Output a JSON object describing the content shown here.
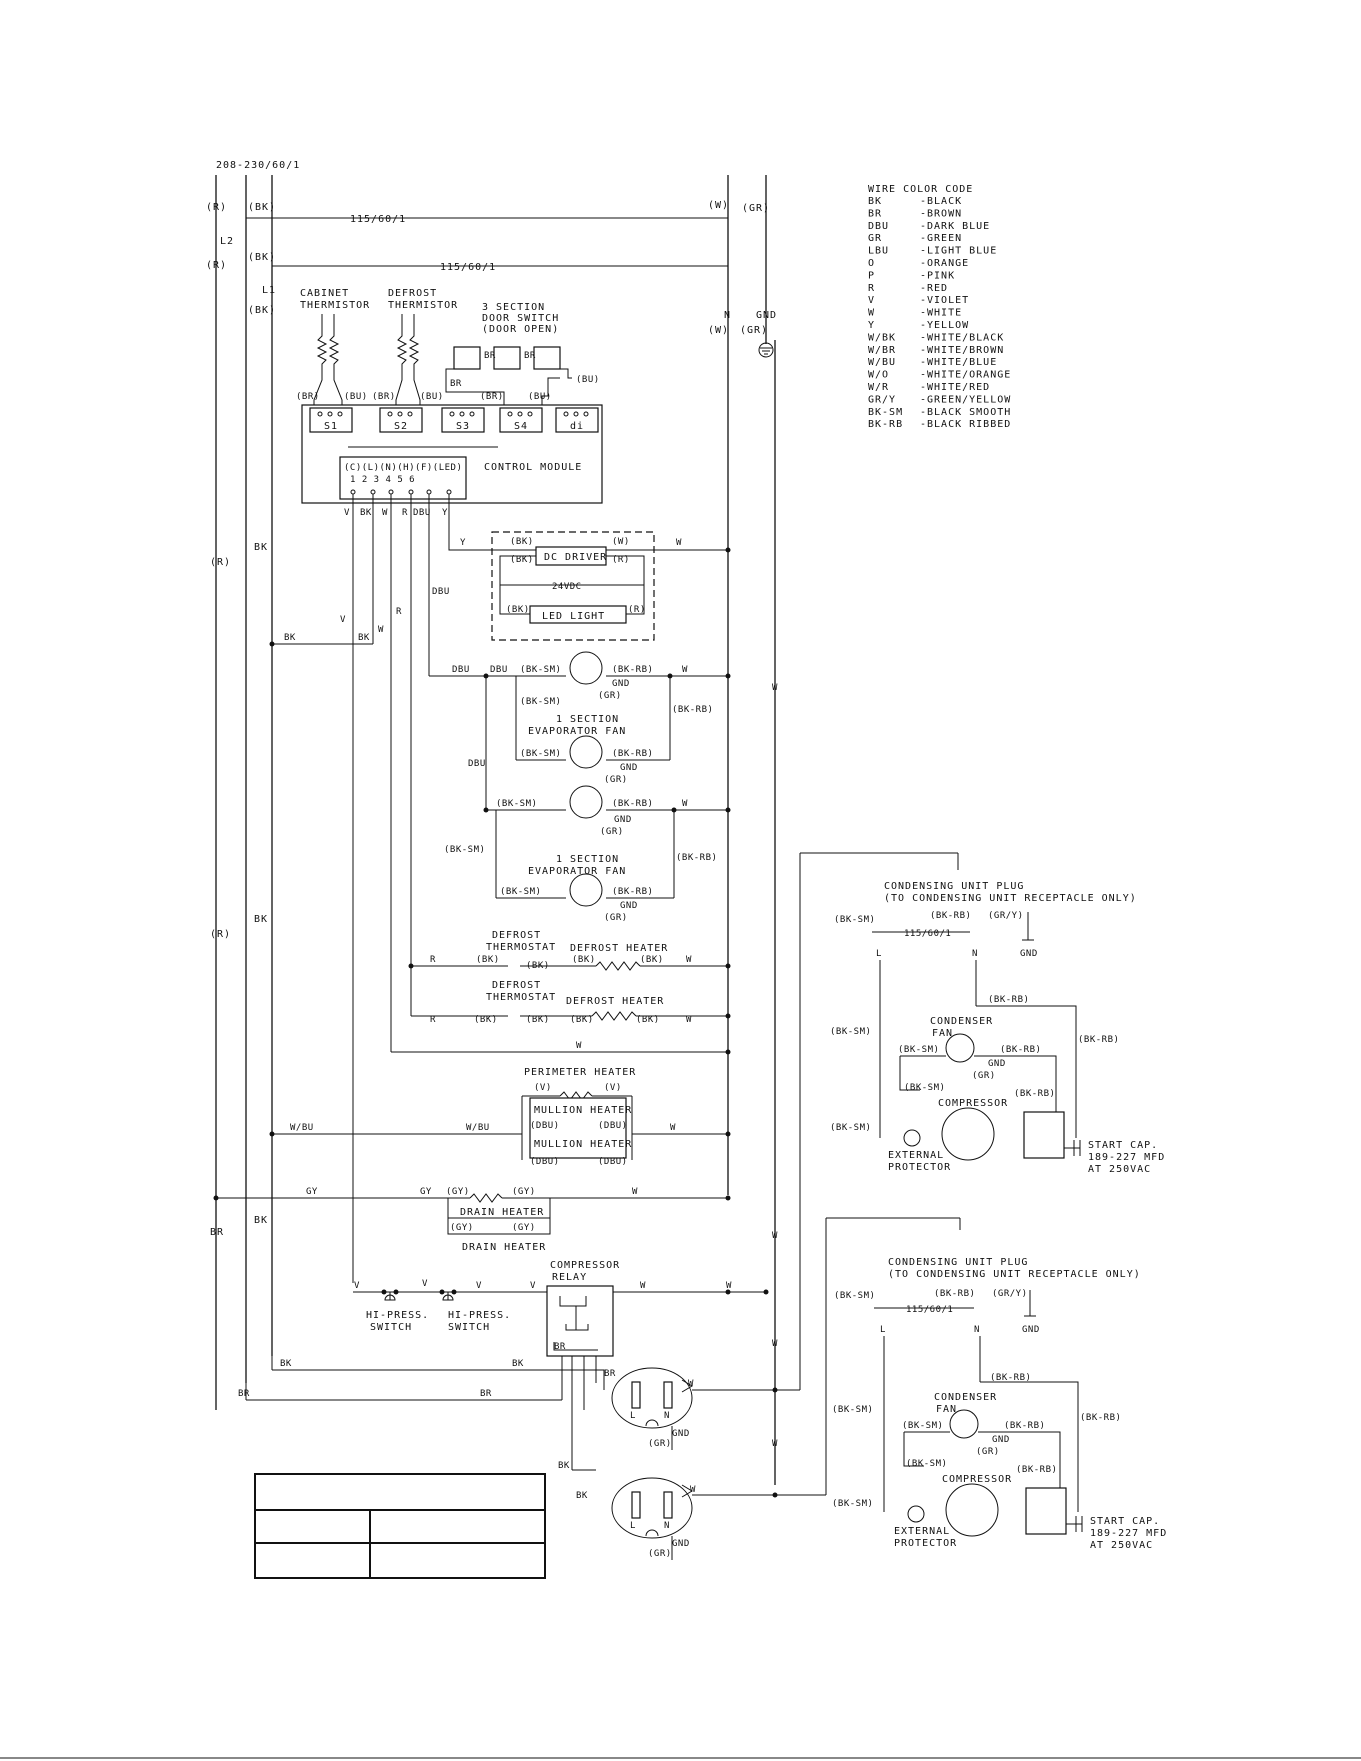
{
  "legend": {
    "title": "WIRE COLOR CODE",
    "items": [
      [
        "BK",
        "-BLACK"
      ],
      [
        "BR",
        "-BROWN"
      ],
      [
        "DBU",
        "-DARK BLUE"
      ],
      [
        "GR",
        "-GREEN"
      ],
      [
        "LBU",
        "-LIGHT BLUE"
      ],
      [
        "O",
        "-ORANGE"
      ],
      [
        "P",
        "-PINK"
      ],
      [
        "R",
        "-RED"
      ],
      [
        "V",
        "-VIOLET"
      ],
      [
        "W",
        "-WHITE"
      ],
      [
        "Y",
        "-YELLOW"
      ],
      [
        "W/BK",
        "-WHITE/BLACK"
      ],
      [
        "W/BR",
        "-WHITE/BROWN"
      ],
      [
        "W/BU",
        "-WHITE/BLUE"
      ],
      [
        "W/O",
        "-WHITE/ORANGE"
      ],
      [
        "W/R",
        "-WHITE/RED"
      ],
      [
        "GR/Y",
        "-GREEN/YELLOW"
      ],
      [
        "BK-SM",
        "-BLACK SMOOTH"
      ],
      [
        "BK-RB",
        "-BLACK RIBBED"
      ]
    ]
  },
  "supply": {
    "voltage": "208-230/60/1",
    "l1": "L1",
    "l2": "L2",
    "n": "N",
    "gnd": "GND",
    "line115": "115/60/1"
  },
  "components": {
    "cabinet_thermistor": [
      "CABINET",
      "THERMISTOR"
    ],
    "defrost_thermistor": [
      "DEFROST",
      "THERMISTOR"
    ],
    "door_switch": [
      "3 SECTION",
      "DOOR SWITCH",
      "(DOOR OPEN)"
    ],
    "control_module": "CONTROL MODULE",
    "cm_top": "(C)(L)(N)(H)(F)(LED)",
    "cm_nums": "1  2  3  4  5  6",
    "sensor_ports": [
      "S1",
      "S2",
      "S3",
      "S4",
      "di"
    ],
    "dc_driver": "DC DRIVER",
    "vdc": "24VDC",
    "led_light": "LED LIGHT",
    "evap_fan": [
      "1 SECTION",
      "EVAPORATOR FAN"
    ],
    "defrost_thermostat": [
      "DEFROST",
      "THERMOSTAT"
    ],
    "defrost_heater": "DEFROST HEATER",
    "perimeter_heater": "PERIMETER HEATER",
    "mullion_heater": "MULLION HEATER",
    "drain_heater": "DRAIN HEATER",
    "compressor_relay": [
      "COMPRESSOR",
      "RELAY"
    ],
    "hi_press_switch": [
      "HI-PRESS.",
      "SWITCH"
    ],
    "condensing_plug": [
      "CONDENSING UNIT PLUG",
      "(TO CONDENSING UNIT RECEPTACLE ONLY)"
    ],
    "condenser_fan": [
      "CONDENSER",
      "FAN"
    ],
    "compressor": "COMPRESSOR",
    "external_protector": [
      "EXTERNAL",
      "PROTECTOR"
    ],
    "start_cap": [
      "START CAP.",
      "189-227 MFD",
      "AT 250VAC"
    ]
  },
  "wire_labels": {
    "r_paren": "(R)",
    "bk_paren": "(BK)",
    "w_paren": "(W)",
    "gr_paren": "(GR)",
    "br_paren": "(BR)",
    "bu_paren": "(BU)",
    "bksm": "(BK-SM)",
    "bkrb": "(BK-RB)",
    "gry": "(GR/Y)",
    "dbu_paren": "(DBU)",
    "v_paren": "(V)",
    "gy_paren": "(GY)",
    "wbu": "W/BU",
    "BK": "BK",
    "BR": "BR",
    "R": "R",
    "V": "V",
    "W": "W",
    "Y": "Y",
    "DBU": "DBU",
    "GY": "GY",
    "GND": "GND",
    "L": "L",
    "N": "N"
  }
}
